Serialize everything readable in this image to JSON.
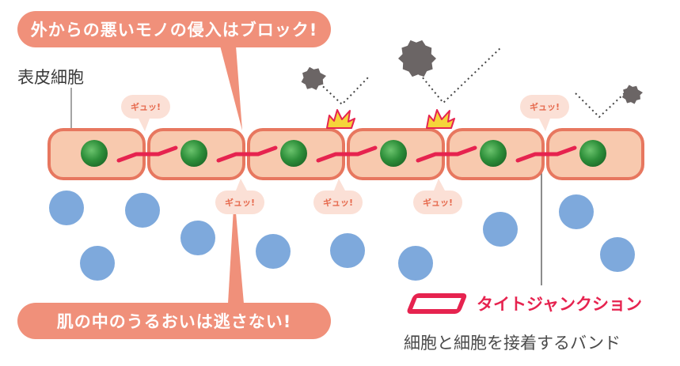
{
  "banners": {
    "top": "外からの悪いモノの侵入はブロック!",
    "bottom": "肌の中のうるおいは逃さない!"
  },
  "labels": {
    "epidermal_cell": "表皮細胞"
  },
  "bubble_text": "ギュッ!",
  "legend": {
    "title": "タイトジャンクション",
    "description": "細胞と細胞を接着するバンド"
  },
  "colors": {
    "banner": "#f0907a",
    "cell_fill": "#f8c9ae",
    "cell_border": "#e7775f",
    "nucleus": "#2e8f3a",
    "junction": "#e6234f",
    "moisture": "#7ea9dc",
    "particle": "#6b6565",
    "bubble": "#fbe0d6",
    "spark": "#f5d43a"
  },
  "icons": [
    "harmful-particle-icon",
    "impact-spark-icon",
    "moisture-droplet-icon",
    "tight-junction-band-icon"
  ]
}
